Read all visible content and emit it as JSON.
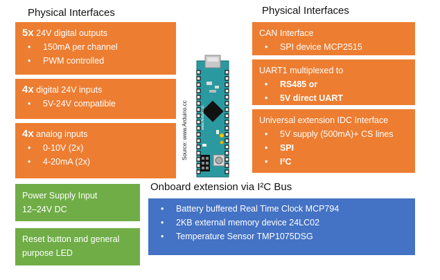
{
  "left_heading": "Physical Interfaces",
  "right_heading": "Physical Interfaces",
  "outputs": {
    "count": "5x",
    "title": " 24V digital outputs",
    "items": [
      "150mA per channel",
      "PWM controlled"
    ]
  },
  "inputs": {
    "count": "4x",
    "title": " digital 24V inputs",
    "items": [
      "5V-24V compatible"
    ]
  },
  "analog": {
    "count": "4x",
    "title": " analog inputs",
    "items": [
      "0-10V (2x)",
      "4-20mA (2x)"
    ]
  },
  "power": {
    "line1": "Power Supply Input",
    "line2": "12–24V DC"
  },
  "reset": {
    "line1": "Reset button and general",
    "line2": "purpose LED"
  },
  "can": {
    "title": "CAN Interface",
    "items": [
      "SPI device MCP2515"
    ]
  },
  "uart": {
    "title": "UART1 multiplexed to",
    "items": [
      "RS485 or",
      "5V direct UART"
    ]
  },
  "ext": {
    "title": "Universal extension IDC Interface",
    "items": [
      "5V supply (500mA)+ CS lines",
      "SPI",
      "I²C"
    ]
  },
  "onboard": {
    "heading": "Onboard extension via I²C Bus",
    "items": [
      "Battery buffered Real Time Clock MCP794",
      "2KB external memory device 24LC02",
      "Temperature Sensor TMP1075DSG"
    ]
  },
  "board": {
    "source": "Source: www.Arduino.cc",
    "vertical_text": "www.Arduino.cc"
  },
  "colors": {
    "orange": "#ed7d31",
    "green": "#70ad47",
    "blue": "#4472c4",
    "board": "#2a9aa0"
  }
}
